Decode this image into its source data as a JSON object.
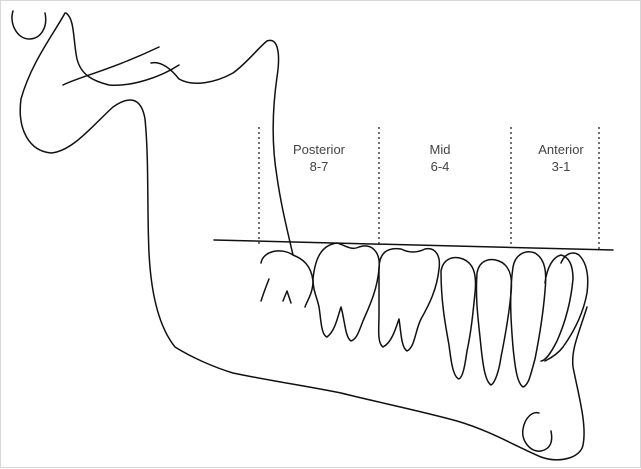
{
  "regions": [
    {
      "name": "Posterior",
      "teeth": "8-7"
    },
    {
      "name": "Mid",
      "teeth": "6-4"
    },
    {
      "name": "Anterior",
      "teeth": "3-1"
    }
  ],
  "colors": {
    "line": "#111111",
    "label": "#444444",
    "frame": "#d6d6d6"
  }
}
